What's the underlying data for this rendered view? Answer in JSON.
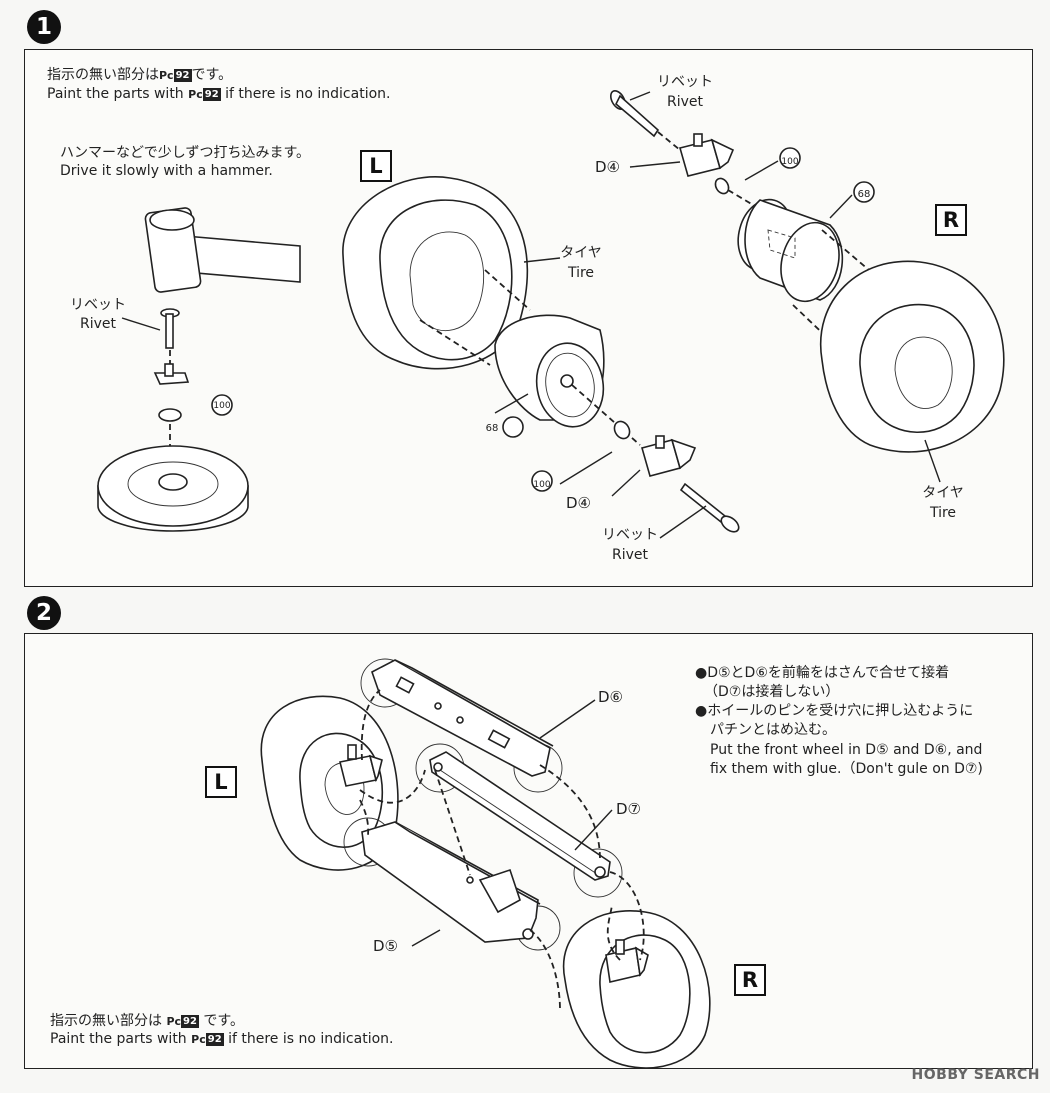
{
  "steps": [
    {
      "number": "1"
    },
    {
      "number": "2"
    }
  ],
  "step1": {
    "note_ja": "指示の無い部分は",
    "note_ja_tail": "です。",
    "note_en": "Paint the parts with",
    "note_en_tail": "if there is no indication.",
    "paint_code_prefix": "Pc",
    "paint_code": "92",
    "hammer_ja": "ハンマーなどで少しずつ打ち込みます。",
    "hammer_en": "Drive it slowly with a hammer.",
    "rivet_ja": "リベット",
    "rivet_en": "Rivet",
    "tire_ja": "タイヤ",
    "tire_en": "Tire",
    "part_d4": "D④",
    "part_100": "100",
    "part_68": "68",
    "side_left": "L",
    "side_right": "R"
  },
  "step2": {
    "bullet1_ja_line1": "●D⑤とD⑥を前輪をはさんで合せて接着",
    "bullet1_ja_line2": "（D⑦は接着しない）",
    "bullet2_ja_line1": "●ホイールのピンを受け穴に押し込むように",
    "bullet2_ja_line2": "パチンとはめ込む。",
    "note_en_line1": "Put the front wheel in D⑤ and D⑥, and",
    "note_en_line2": "fix them with glue.（Don't gule on D⑦)",
    "part_d5": "D⑤",
    "part_d6": "D⑥",
    "part_d7": "D⑦",
    "side_left": "L",
    "side_right": "R",
    "note_ja": "指示の無い部分は",
    "note_ja_tail": "です。",
    "note_en": "Paint the parts with",
    "note_en_tail": "if there is no indication.",
    "paint_code_prefix": "Pc",
    "paint_code": "92"
  },
  "watermark": "HOBBY SEARCH"
}
